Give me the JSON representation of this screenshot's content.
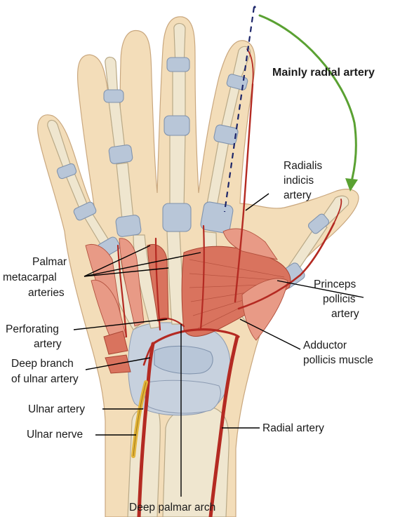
{
  "labels": {
    "mainly_radial": "Mainly radial artery",
    "radialis_1": "Radialis",
    "radialis_2": "indicis",
    "radialis_3": "artery",
    "palmar_1": "Palmar",
    "palmar_2": "metacarpal",
    "palmar_3": "arteries",
    "princeps_1": "Princeps",
    "princeps_2": "pollicis",
    "princeps_3": "artery",
    "perforating_1": "Perforating",
    "perforating_2": "artery",
    "adductor_1": "Adductor",
    "adductor_2": "pollicis muscle",
    "deepbranch_1": "Deep branch",
    "deepbranch_2": "of ulnar artery",
    "ulnar_artery": "Ulnar artery",
    "ulnar_nerve": "Ulnar nerve",
    "radial_artery": "Radial artery",
    "deep_palmar_arch": "Deep palmar arch"
  },
  "colors": {
    "arrow": "#5aa132",
    "dashed_line": "#1c2569",
    "artery": "#b42a22",
    "nerve": "#e2b43a",
    "muscle": "#d9735e",
    "skin": "#f3ddb9"
  }
}
